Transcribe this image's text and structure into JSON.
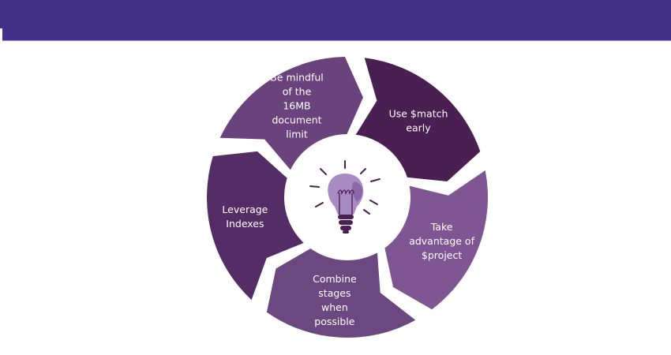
{
  "segments": [
    {
      "lines": [
        "Use $match",
        "early"
      ],
      "color": "#4a1f52"
    },
    {
      "lines": [
        "Take",
        "advantage of",
        "$project"
      ],
      "color": "#7f5693"
    },
    {
      "lines": [
        "Combine",
        "stages",
        "when",
        "possible"
      ],
      "color": "#6c4880"
    },
    {
      "lines": [
        "Leverage",
        "Indexes"
      ],
      "color": "#552d66"
    },
    {
      "lines": [
        "Be mindful",
        "of the",
        "16MB",
        "document",
        "limit"
      ],
      "color": "#6a427c"
    }
  ],
  "center_icon": "lightbulb-icon",
  "colors": {
    "banner": "#42318a",
    "bulb": "#a98bc4",
    "bulb_base": "#4a1f52"
  }
}
